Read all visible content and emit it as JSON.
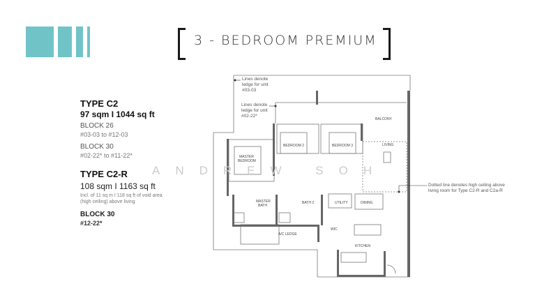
{
  "header": {
    "title": "3 - BEDROOM PREMIUM",
    "accent_color": "#70c4c8"
  },
  "types": [
    {
      "name": "TYPE C2",
      "area": "97 sqm  I  1044 sq ft",
      "blocks": [
        {
          "label": "BLOCK 26",
          "units": "#03-03 to #12-03"
        },
        {
          "label": "BLOCK 30",
          "units": "#02-22* to #11-22*"
        }
      ]
    },
    {
      "name": "TYPE C2-R",
      "area": "108 sqm  I  1163 sq ft",
      "note_line1": "Incl. of 11 sq m I 118 sq ft of void area",
      "note_line2": "(high ceiling) above living",
      "blocks": [
        {
          "label": "BLOCK 30",
          "units": "#12-22*"
        }
      ]
    }
  ],
  "watermark": "ANDREW SOH",
  "plan": {
    "rooms": {
      "balcony": "BALCONY",
      "living": "LIVING",
      "bedroom2": "BEDROOM 2",
      "bedroom3": "BEDROOM 3",
      "master_bedroom_1": "MASTER",
      "master_bedroom_2": "BEDROOM",
      "master_bath_1": "MASTER",
      "master_bath_2": "BATH",
      "bath2": "BATH 2",
      "utility": "UTILITY",
      "dining": "DINING",
      "ac_ledge": "A/C LEDGE",
      "wic": "WIC",
      "kitchen": "KITCHEN"
    },
    "annotations": {
      "a1": [
        "Lines denote",
        "ledge for unit",
        "#03-03"
      ],
      "a2": [
        "Lines denote",
        "ledge for unit",
        "#02-22*"
      ],
      "a3": [
        "Dotted line denotes high ceiling above",
        "living room for Type C2-R and C2a-R"
      ]
    }
  }
}
